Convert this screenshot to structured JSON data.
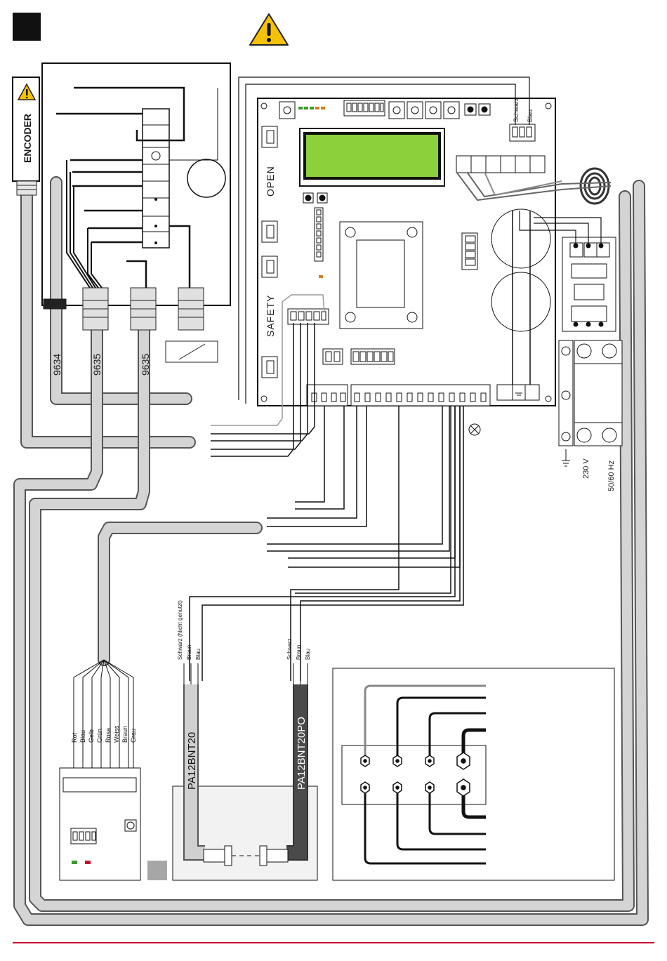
{
  "header": {
    "warning_icon": "warning-triangle-icon",
    "corner_marker": "black-square"
  },
  "encoder": {
    "label": "ENCODER",
    "icon": "warning-triangle-icon"
  },
  "board": {
    "label_open": "OPEN",
    "label_safety": "SAFETY",
    "top_wire_labels": [
      "Schwarz",
      "Blau"
    ],
    "display_color": "#8bd13b"
  },
  "cables": [
    "9634",
    "9635",
    "9635"
  ],
  "power": {
    "voltage": "230 V",
    "frequency": "50/60 Hz"
  },
  "receiver_wires": [
    "Rot",
    "Blau",
    "Gelb",
    "Grün",
    "Rosa",
    "Weiss",
    "Braun",
    "Grau"
  ],
  "photocell_tx": {
    "model": "PA12BNT20",
    "wires": [
      "Schwarz (Nicht genutzt)",
      "Braun",
      "Blau"
    ]
  },
  "photocell_rx": {
    "model": "PA12BNT20PO",
    "wires": [
      "Schwarz",
      "Braun",
      "Blau"
    ]
  },
  "colors": {
    "accent_line": "#c8102e",
    "warning_yellow": "#f6c200",
    "cable_gray": "#d0d0d0",
    "dark_cable": "#444444"
  }
}
